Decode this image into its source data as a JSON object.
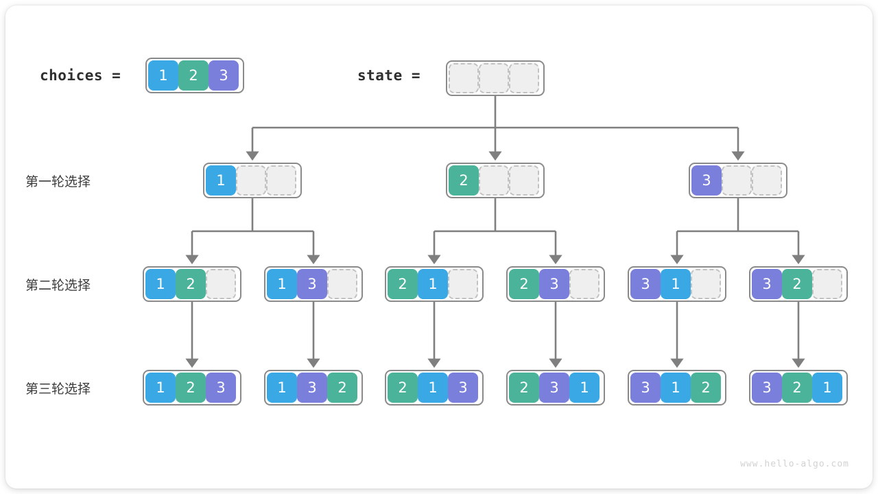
{
  "diagram": {
    "title_choices_label": "choices =",
    "title_state_label": "state =",
    "watermark": "www.hello-algo.com",
    "row_labels": [
      "第一轮选择",
      "第二轮选择",
      "第三轮选择"
    ],
    "colors": {
      "value_1": "#3aa8e4",
      "value_2": "#4ab39a",
      "value_3": "#7b7fdc",
      "empty_fill": "#efefef",
      "empty_border": "#c2c2c2",
      "box_border": "#8a8a8a",
      "connector": "#7f7f7f",
      "text_dark": "#2f2f2f",
      "watermark": "#d2d2d2"
    },
    "choices": [
      1,
      2,
      3
    ],
    "state": [
      null,
      null,
      null
    ],
    "round1": [
      {
        "cells": [
          1,
          null,
          null
        ]
      },
      {
        "cells": [
          2,
          null,
          null
        ]
      },
      {
        "cells": [
          3,
          null,
          null
        ]
      }
    ],
    "round2": [
      {
        "cells": [
          1,
          2,
          null
        ]
      },
      {
        "cells": [
          1,
          3,
          null
        ]
      },
      {
        "cells": [
          2,
          1,
          null
        ]
      },
      {
        "cells": [
          2,
          3,
          null
        ]
      },
      {
        "cells": [
          3,
          1,
          null
        ]
      },
      {
        "cells": [
          3,
          2,
          null
        ]
      }
    ],
    "round3": [
      {
        "cells": [
          1,
          2,
          3
        ]
      },
      {
        "cells": [
          1,
          3,
          2
        ]
      },
      {
        "cells": [
          2,
          1,
          3
        ]
      },
      {
        "cells": [
          2,
          3,
          1
        ]
      },
      {
        "cells": [
          3,
          1,
          2
        ]
      },
      {
        "cells": [
          3,
          2,
          1
        ]
      }
    ]
  }
}
